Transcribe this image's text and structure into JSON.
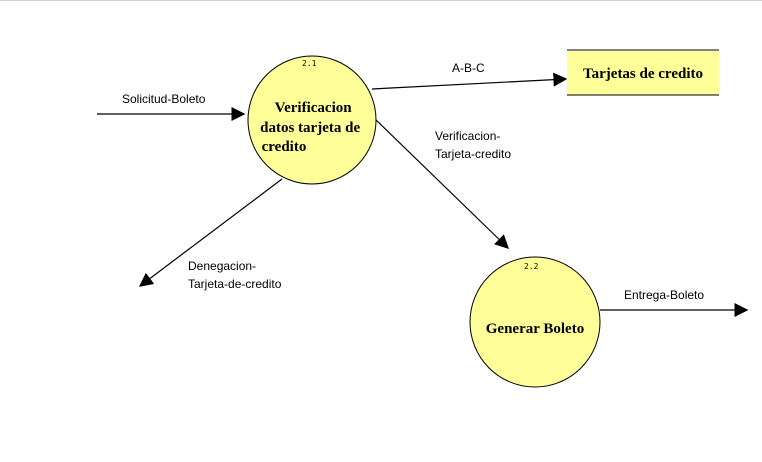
{
  "colors": {
    "process_fill": "#ffff99",
    "store_fill": "#ffff99",
    "line": "#000000"
  },
  "processes": [
    {
      "id": "2.1",
      "title_lines": [
        "Verificacion",
        "datos tarjeta de",
        "credito"
      ]
    },
    {
      "id": "2.2",
      "title_lines": [
        "Generar Boleto"
      ]
    }
  ],
  "data_store": {
    "label": "Tarjetas de credito"
  },
  "flows": [
    {
      "lines": [
        "Solicitud-Boleto"
      ]
    },
    {
      "lines": [
        "A-B-C"
      ]
    },
    {
      "lines": [
        "Verificacion-",
        "Tarjeta-credito"
      ]
    },
    {
      "lines": [
        "Denegacion-",
        "Tarjeta-de-credito"
      ]
    },
    {
      "lines": [
        "Entrega-Boleto"
      ]
    }
  ]
}
